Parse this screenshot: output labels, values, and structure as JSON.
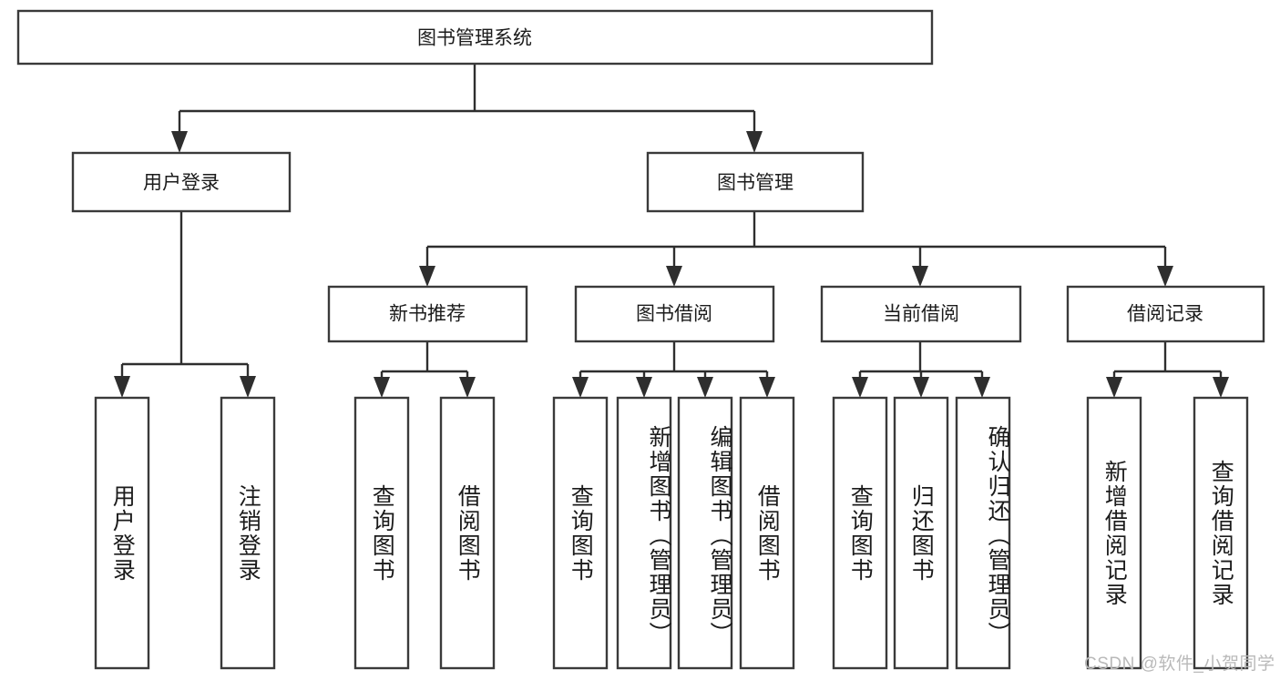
{
  "diagram": {
    "title": "图书管理系统",
    "type": "tree-hierarchy-chart",
    "root": {
      "label": "图书管理系统"
    },
    "level1": [
      {
        "label": "用户登录"
      },
      {
        "label": "图书管理"
      }
    ],
    "level2": [
      {
        "label": "新书推荐"
      },
      {
        "label": "图书借阅"
      },
      {
        "label": "当前借阅"
      },
      {
        "label": "借阅记录"
      }
    ],
    "leaves": {
      "user_login": [
        {
          "label": "用户登录"
        },
        {
          "label": "注销登录"
        }
      ],
      "new_book_recommend": [
        {
          "label": "查询图书"
        },
        {
          "label": "借阅图书"
        }
      ],
      "book_borrow": [
        {
          "label": "查询图书"
        },
        {
          "label": "新增图书（管理员）"
        },
        {
          "label": "编辑图书（管理员）"
        },
        {
          "label": "借阅图书"
        }
      ],
      "current_borrow": [
        {
          "label": "查询图书"
        },
        {
          "label": "归还图书"
        },
        {
          "label": "确认归还（管理员）"
        }
      ],
      "borrow_record": [
        {
          "label": "新增借阅记录"
        },
        {
          "label": "查询借阅记录"
        }
      ]
    }
  },
  "watermark": {
    "text": "CSDN @软件_小贺同学"
  },
  "colors": {
    "box_stroke": "#3a3a3a",
    "connector": "#2e2e2e",
    "text": "#1b1b1b",
    "background": "#ffffff",
    "watermark": "#b9b9b9"
  }
}
